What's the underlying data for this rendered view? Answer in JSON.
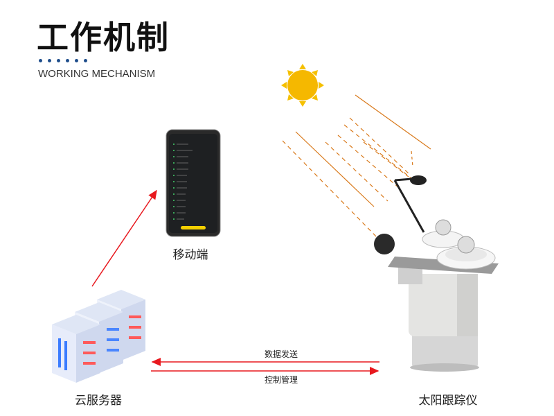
{
  "header": {
    "title": "工作机制",
    "subtitle": "WORKING MECHANISM"
  },
  "nodes": {
    "mobile": "移动端",
    "cloud": "云服务器",
    "tracker": "太阳跟踪仪"
  },
  "links": {
    "data_send": "数据发送",
    "control": "控制管理"
  },
  "colors": {
    "accent_dots": "#1f4e8c",
    "arrow": "#e8181e",
    "sun": "#f5b800",
    "rays": "#d97a1c"
  }
}
